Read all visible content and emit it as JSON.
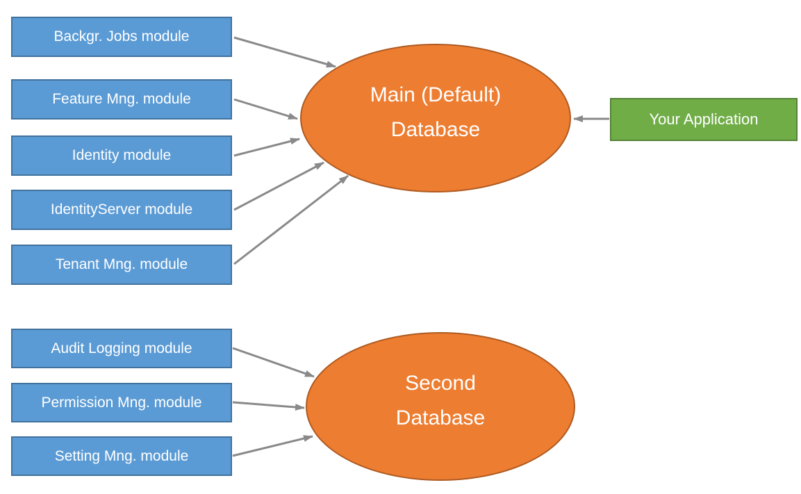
{
  "diagram": {
    "top_modules": [
      "Backgr. Jobs module",
      "Feature Mng. module",
      "Identity module",
      "IdentityServer module",
      "Tenant Mng. module"
    ],
    "bottom_modules": [
      "Audit Logging module",
      "Permission Mng. module",
      "Setting Mng. module"
    ],
    "main_database": {
      "line1": "Main (Default)",
      "line2": "Database"
    },
    "second_database": {
      "line1": "Second",
      "line2": "Database"
    },
    "application": {
      "label": "Your Application"
    },
    "connections": [
      {
        "from": "Backgr. Jobs module",
        "to": "Main (Default) Database"
      },
      {
        "from": "Feature Mng. module",
        "to": "Main (Default) Database"
      },
      {
        "from": "Identity module",
        "to": "Main (Default) Database"
      },
      {
        "from": "IdentityServer module",
        "to": "Main (Default) Database"
      },
      {
        "from": "Tenant Mng. module",
        "to": "Main (Default) Database"
      },
      {
        "from": "Audit Logging module",
        "to": "Second Database"
      },
      {
        "from": "Permission Mng. module",
        "to": "Second Database"
      },
      {
        "from": "Setting Mng. module",
        "to": "Second Database"
      },
      {
        "from": "Your Application",
        "to": "Main (Default) Database"
      }
    ],
    "colors": {
      "module_fill": "#5B9BD5",
      "module_border": "#41719C",
      "database_fill": "#ED7D31",
      "database_border": "#AE5A21",
      "application_fill": "#70AD47",
      "application_border": "#538135",
      "arrow": "#898989",
      "label_text": "#FFFFFF",
      "background": "#FFFFFF"
    }
  }
}
